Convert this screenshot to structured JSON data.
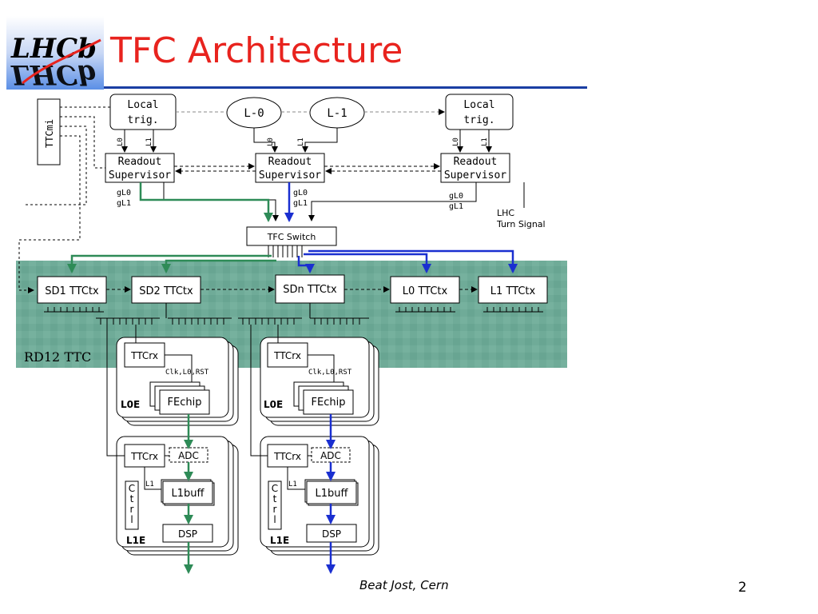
{
  "slide": {
    "title": "TFC Architecture",
    "author": "Beat Jost, Cern",
    "page_number": "2"
  },
  "logo": {
    "text": "LHCb"
  },
  "colors": {
    "title": "#e8231e",
    "rule": "#1a3ea3",
    "green": "#2e8b57",
    "blue": "#1a2fd0",
    "teal_band": "#6fab98"
  },
  "diagram": {
    "ttcmi": "TTCmi",
    "local_trig_left": "Local\ntrig.",
    "local_trig_right": "Local\ntrig.",
    "l0_oval": "L-0",
    "l1_oval": "L-1",
    "rs_left": "Readout\nSupervisor",
    "rs_mid": "Readout\nSupervisor",
    "rs_right": "Readout\nSupervisor",
    "l0_tag": "L0",
    "l1_tag": "L1",
    "gl0": "gL0",
    "gl1": "gL1",
    "lhc_turn": "LHC\nTurn Signal",
    "tfc_switch": "TFC Switch",
    "sd1": "SD1 TTCtx",
    "sd2": "SD2 TTCtx",
    "sdn": "SDn TTCtx",
    "l0_ttctx": "L0 TTCtx",
    "l1_ttctx": "L1 TTCtx",
    "rd12": "RD12 TTC",
    "ttcrx": "TTCrx",
    "clk_l0_rst": "Clk,L0,RST",
    "fechip": "FEchip",
    "l0e": "L0E",
    "adc": "ADC",
    "l1buff": "L1buff",
    "ctrl": "C\nt\nr\nl",
    "dsp": "DSP",
    "l1e": "L1E",
    "l1_small": "L1"
  }
}
